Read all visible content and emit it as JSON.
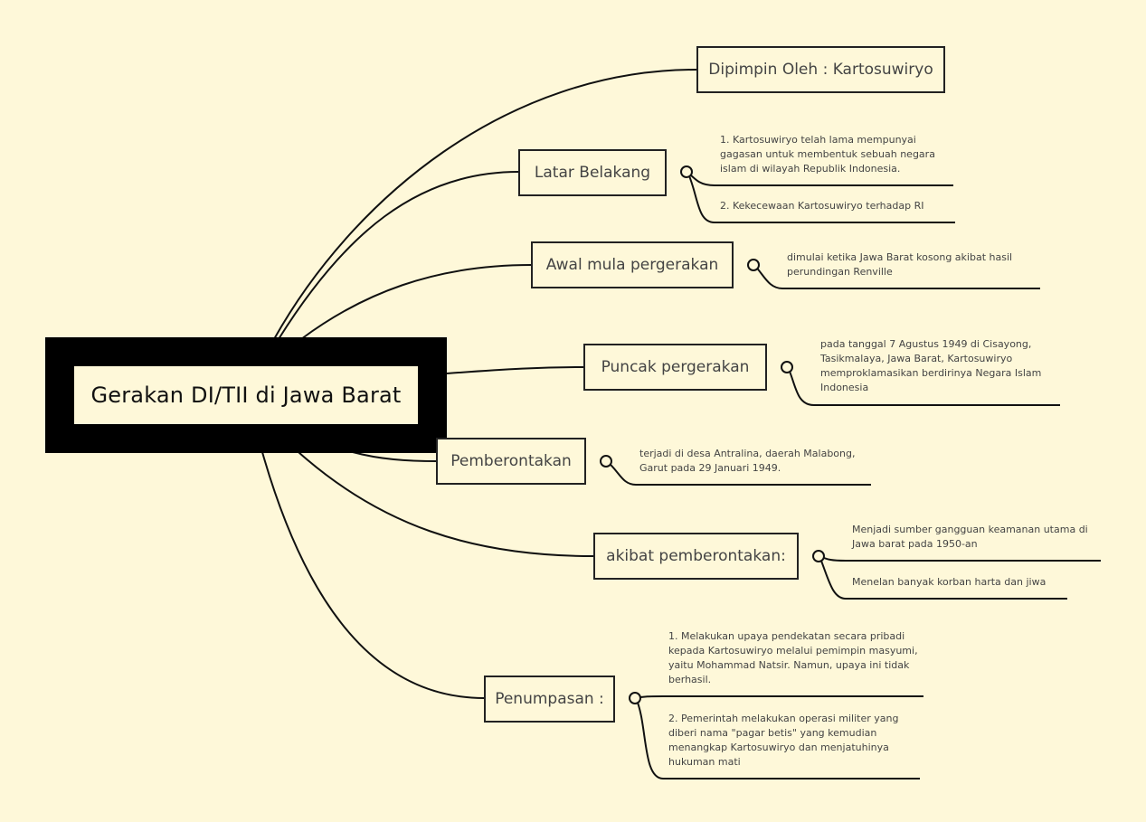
{
  "central": {
    "title": "Gerakan DI/TII di Jawa Barat"
  },
  "topics": [
    {
      "id": "dipimpin",
      "label": "Dipimpin Oleh : Kartosuwiryo",
      "notes": []
    },
    {
      "id": "latar",
      "label": "Latar Belakang",
      "notes": [
        "1. Kartosuwiryo telah lama mempunyai gagasan untuk membentuk sebuah negara islam di wilayah Republik Indonesia.",
        "2. Kekecewaan Kartosuwiryo terhadap RI"
      ]
    },
    {
      "id": "awal",
      "label": "Awal mula pergerakan",
      "notes": [
        "dimulai ketika Jawa Barat kosong akibat hasil perundingan Renville"
      ]
    },
    {
      "id": "puncak",
      "label": "Puncak pergerakan",
      "notes": [
        "pada tanggal 7 Agustus 1949 di Cisayong, Tasikmalaya, Jawa Barat, Kartosuwiryo memproklamasikan berdirinya Negara Islam Indonesia"
      ]
    },
    {
      "id": "pemberontakan",
      "label": "Pemberontakan",
      "notes": [
        "terjadi di desa Antralina, daerah Malabong, Garut pada 29 Januari 1949."
      ]
    },
    {
      "id": "akibat",
      "label": "akibat pemberontakan:",
      "notes": [
        "Menjadi sumber gangguan keamanan utama di Jawa barat pada 1950-an",
        "Menelan banyak korban harta dan jiwa"
      ]
    },
    {
      "id": "penumpasan",
      "label": "Penumpasan :",
      "notes": [
        "1. Melakukan upaya pendekatan secara pribadi kepada Kartosuwiryo melalui pemimpin masyumi, yaitu Mohammad Natsir. Namun, upaya ini tidak berhasil.",
        "2. Pemerintah melakukan operasi militer yang diberi nama \"pagar betis\" yang kemudian menangkap Kartosuwiryo dan menjatuhinya hukuman mati"
      ]
    }
  ]
}
